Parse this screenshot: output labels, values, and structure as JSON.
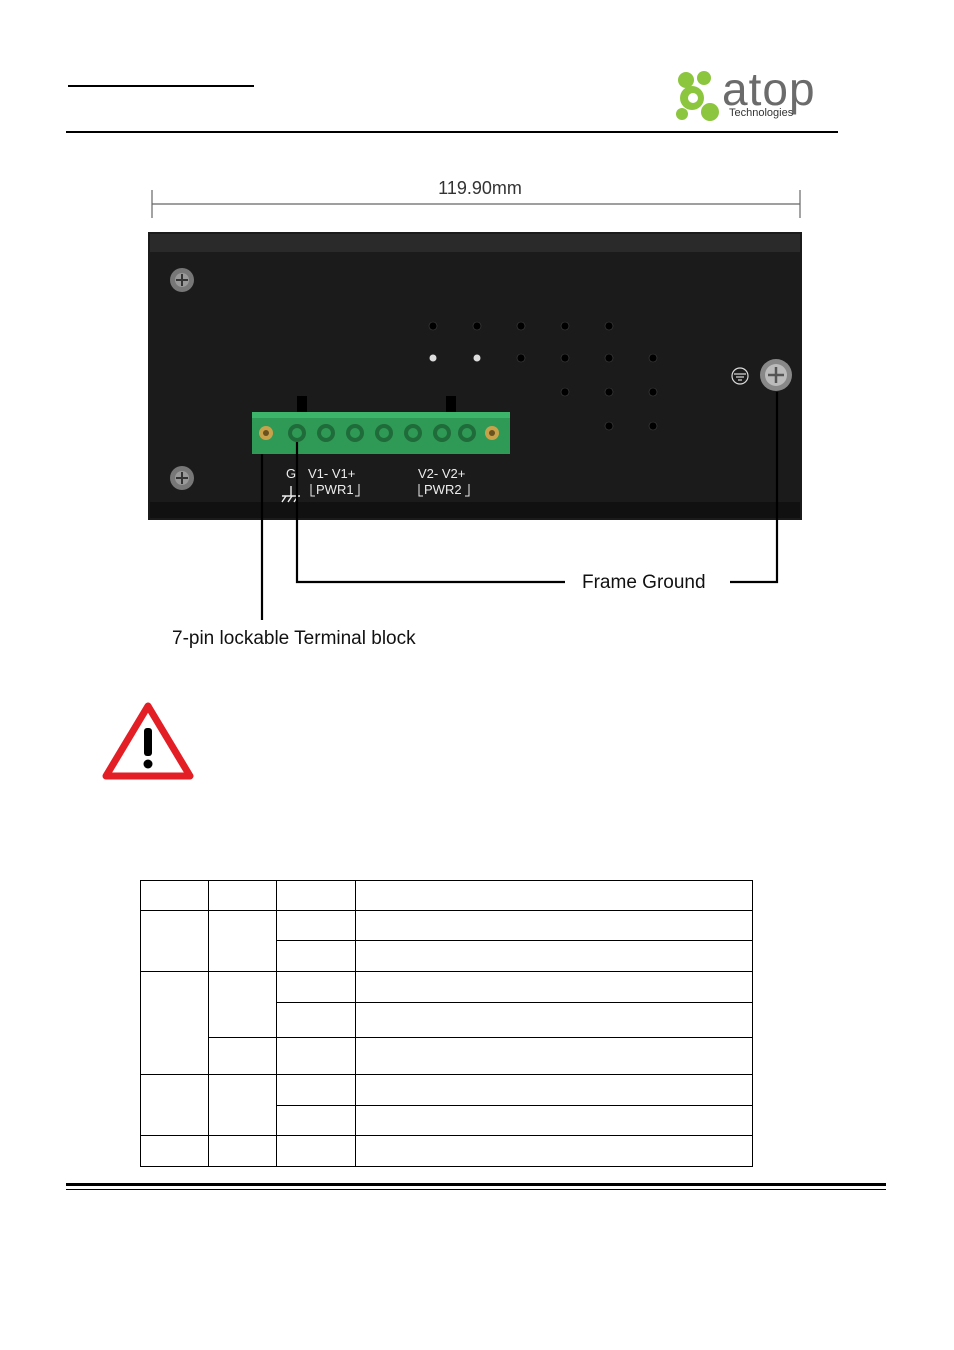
{
  "header": {
    "brand": "atop",
    "brand_sub": "Technologies",
    "brand_colors": {
      "primary": "#8cc63f",
      "text": "#6b6b6b"
    }
  },
  "diagram": {
    "dimension_label": "119.90mm",
    "pin_labels": {
      "g": "G",
      "v1": "V1- V1+",
      "pwr1": "PWR1",
      "v2": "V2- V2+",
      "pwr2": "PWR2"
    },
    "callouts": {
      "frame_ground": "Frame Ground",
      "terminal_block": "7-pin lockable Terminal block"
    },
    "colors": {
      "chassis": "#1b1b1b",
      "terminal": "#2f9a55"
    }
  },
  "caution_icon": "warning-triangle-icon",
  "table": {
    "rows": 9,
    "columns": 4
  }
}
